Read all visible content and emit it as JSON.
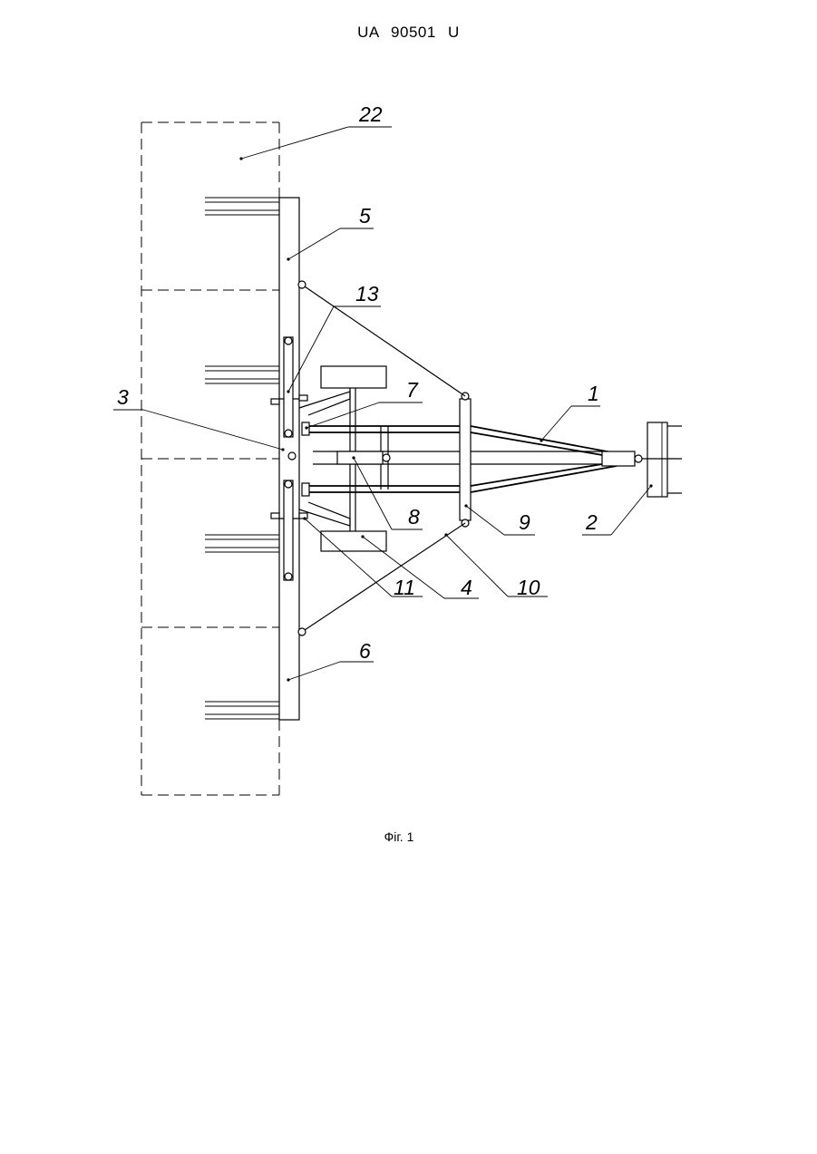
{
  "header": {
    "patent_number": "UA 90501 U"
  },
  "figure": {
    "caption": "Фіг. 1",
    "labels": {
      "l1": "1",
      "l2": "2",
      "l3": "3",
      "l4": "4",
      "l5": "5",
      "l6": "6",
      "l7": "7",
      "l8": "8",
      "l9": "9",
      "l10": "10",
      "l11": "11",
      "l13": "13",
      "l22": "22"
    }
  }
}
